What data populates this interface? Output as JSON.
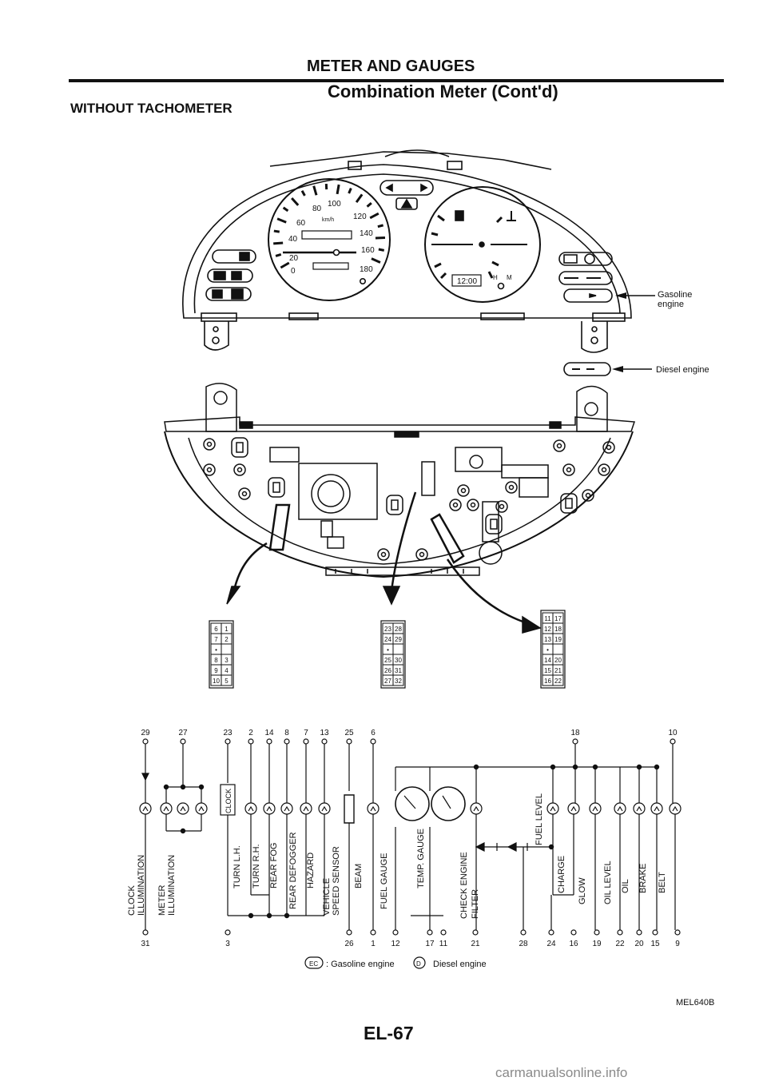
{
  "header": {
    "section_title": "METER AND GAUGES",
    "subsection_title": "Combination Meter (Cont'd)",
    "variant_title": "WITHOUT TACHOMETER"
  },
  "front_view": {
    "speedo_labels": [
      "80",
      "100",
      "60",
      "120",
      "40",
      "140",
      "20",
      "160",
      "0",
      "180"
    ],
    "speed_unit": "km/h",
    "clock_display": "12:00",
    "temp_hot": "H",
    "temp_cold": "M",
    "callout_gasoline": "Gasoline\nengine",
    "callout_diesel": "Diesel engine"
  },
  "connectors": {
    "left": {
      "rows": [
        [
          "6",
          "1"
        ],
        [
          "7",
          "2"
        ],
        [
          "•",
          ""
        ],
        [
          "8",
          "3"
        ],
        [
          "9",
          "4"
        ],
        [
          "10",
          "5"
        ]
      ]
    },
    "middle": {
      "rows": [
        [
          "23",
          "28"
        ],
        [
          "24",
          "29"
        ],
        [
          "•",
          ""
        ],
        [
          "25",
          "30"
        ],
        [
          "26",
          "31"
        ],
        [
          "27",
          "32"
        ]
      ]
    },
    "right": {
      "rows": [
        [
          "11",
          "17"
        ],
        [
          "12",
          "18"
        ],
        [
          "13",
          "19"
        ],
        [
          "•",
          ""
        ],
        [
          "14",
          "20"
        ],
        [
          "15",
          "21"
        ],
        [
          "16",
          "22"
        ]
      ]
    }
  },
  "schematic": {
    "top_pins": [
      "29",
      "27",
      "23",
      "2",
      "14",
      "8",
      "7",
      "13",
      "25",
      "6",
      "18",
      "10"
    ],
    "bottom_pins": [
      "31",
      "3",
      "26",
      "1",
      "12",
      "17",
      "11",
      "21",
      "28",
      "24",
      "16",
      "19",
      "22",
      "20",
      "15",
      "9"
    ],
    "clock_box": "CLOCK",
    "labels": [
      "CLOCK\nILLUMINATION",
      "METER\nILLUMINATION",
      "TURN L.H.",
      "TURN R.H.",
      "REAR FOG",
      "REAR DEFOGGER",
      "HAZARD",
      "VEHICLE\nSPEED SENSOR",
      "BEAM",
      "FUEL GAUGE",
      "TEMP. GAUGE",
      "CHECK ENGINE",
      "FILTER",
      "FUEL LEVEL",
      "CHARGE",
      "GLOW",
      "OIL LEVEL",
      "OIL",
      "BRAKE",
      "BELT"
    ],
    "legend_ec": "EC",
    "legend_gasoline": ": Gasoline engine",
    "legend_d": "D",
    "legend_diesel": "Diesel engine"
  },
  "footer": {
    "figure_code": "MEL640B",
    "page_number": "EL-67",
    "watermark": "carmanualsonline.info"
  }
}
